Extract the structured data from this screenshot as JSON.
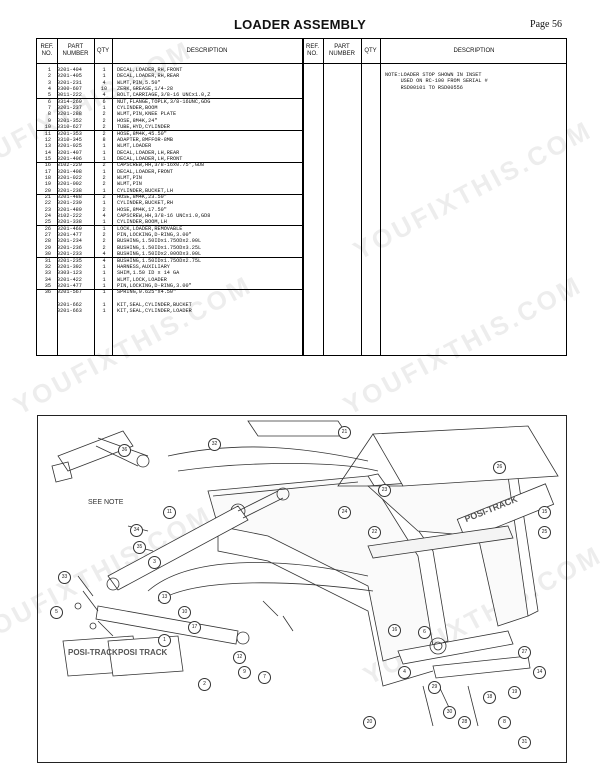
{
  "page": {
    "title": "LOADER ASSEMBLY",
    "page_number": "Page 56"
  },
  "table": {
    "headers": {
      "ref": "REF. NO.",
      "part": "PART NUMBER",
      "qty": "QTY",
      "desc": "DESCRIPTION"
    },
    "rows": [
      {
        "ref": "1",
        "part": "0201-404",
        "qty": "1",
        "desc": "DECAL,LOADER,RH,FRONT"
      },
      {
        "ref": "2",
        "part": "0201-405",
        "qty": "1",
        "desc": "DECAL,LOADER,RH,REAR"
      },
      {
        "ref": "3",
        "part": "0201-231",
        "qty": "4",
        "desc": "WLMT,PIN,5.50\""
      },
      {
        "ref": "4",
        "part": "0300-607",
        "qty": "10",
        "desc": "ZERK,GREASE,1/4-28"
      },
      {
        "ref": "5",
        "part": "8011-222",
        "qty": "4",
        "desc": "BOLT,CARRIAGE,3/8-16 UNCx1.0,Z"
      },
      {
        "ref": "6",
        "part": "0314-269",
        "qty": "6",
        "desc": "NUT,FLANGE,TOPLK,3/8-16UNC,GDG"
      },
      {
        "ref": "7",
        "part": "0201-237",
        "qty": "1",
        "desc": "CYLINDER,BOOM"
      },
      {
        "ref": "8",
        "part": "0201-288",
        "qty": "2",
        "desc": "WLMT,PIN,KNEE PLATE"
      },
      {
        "ref": "9",
        "part": "0201-352",
        "qty": "2",
        "desc": "HOSE,8M4K,24\""
      },
      {
        "ref": "10",
        "part": "0310-627",
        "qty": "2",
        "desc": "TUBE,HYD,CYLINDER"
      },
      {
        "ref": "11",
        "part": "0201-353",
        "qty": "2",
        "desc": "HOSE,8M4K,45.50\""
      },
      {
        "ref": "12",
        "part": "0310-345",
        "qty": "8",
        "desc": "ADAPTER,8MFFOR-8MB"
      },
      {
        "ref": "13",
        "part": "0201-025",
        "qty": "1",
        "desc": "WLMT,LOADER"
      },
      {
        "ref": "14",
        "part": "0201-407",
        "qty": "1",
        "desc": "DECAL,LOADER,LH,REAR"
      },
      {
        "ref": "15",
        "part": "0201-406",
        "qty": "1",
        "desc": "DECAL,LOADER,LH,FRONT"
      },
      {
        "ref": "16",
        "part": "8102-220",
        "qty": "2",
        "desc": "CAPSCREW,HH,3/8-16x0.75\",GD8"
      },
      {
        "ref": "17",
        "part": "0201-408",
        "qty": "1",
        "desc": "DECAL,LOADER,FRONT"
      },
      {
        "ref": "18",
        "part": "0201-022",
        "qty": "2",
        "desc": "WLMT,PIN"
      },
      {
        "ref": "19",
        "part": "0201-002",
        "qty": "2",
        "desc": "WLMT,PIN"
      },
      {
        "ref": "20",
        "part": "0201-238",
        "qty": "1",
        "desc": "CYLINDER,BUCKET,LH"
      },
      {
        "ref": "21",
        "part": "0201-488",
        "qty": "2",
        "desc": "HOSE,8M4K,23.50\""
      },
      {
        "ref": "22",
        "part": "0201-239",
        "qty": "1",
        "desc": "CYLINDER,BUCKET,RH"
      },
      {
        "ref": "23",
        "part": "0201-489",
        "qty": "2",
        "desc": "HOSE,8M4K,17.50\""
      },
      {
        "ref": "24",
        "part": "8102-222",
        "qty": "4",
        "desc": "CAPSCREW,HH,3/8-16 UNCx1.0,GD8"
      },
      {
        "ref": "25",
        "part": "0201-338",
        "qty": "1",
        "desc": "CYLINDER,BOOM,LH"
      },
      {
        "ref": "26",
        "part": "0201-460",
        "qty": "1",
        "desc": "LOCK,LOADER,REMOVABLE"
      },
      {
        "ref": "27",
        "part": "0201-477",
        "qty": "2",
        "desc": "PIN,LOCKING,D-RING,3.00\""
      },
      {
        "ref": "28",
        "part": "0201-234",
        "qty": "2",
        "desc": "BUSHING,1.50IDx1.75ODx2.00L"
      },
      {
        "ref": "29",
        "part": "0201-236",
        "qty": "2",
        "desc": "BUSHING,1.50IDx1.75ODx3.25L"
      },
      {
        "ref": "30",
        "part": "0201-233",
        "qty": "4",
        "desc": "BUSHING,1.50IDx2.00ODx3.00L"
      },
      {
        "ref": "31",
        "part": "0201-235",
        "qty": "4",
        "desc": "BUSHING,1.50IDx1.75ODx2.75L"
      },
      {
        "ref": "32",
        "part": "0201-392",
        "qty": "1",
        "desc": "HARNESS,AUXILIARY"
      },
      {
        "ref": "33",
        "part": "0303-123",
        "qty": "1",
        "desc": "SHIM,1.50 ID x 14 GA"
      },
      {
        "ref": "34",
        "part": "0201-422",
        "qty": "1",
        "desc": "WLMT,LOCK,LOADER"
      },
      {
        "ref": "35",
        "part": "0201-477",
        "qty": "1",
        "desc": "PIN,LOCKING,D-RING,3.00\""
      },
      {
        "ref": "36",
        "part": "0201-567",
        "qty": "1",
        "desc": "SPRING,0.625\"x4.50\""
      },
      {
        "ref": "",
        "part": "0201-662",
        "qty": "1",
        "desc": "KIT,SEAL,CYLINDER,BUCKET"
      },
      {
        "ref": "",
        "part": "0201-663",
        "qty": "1",
        "desc": "KIT,SEAL,CYLINDER,LOADER"
      }
    ],
    "note": "NOTE:LOADER STOP SHOWN IN INSET\n     USED ON RC-100 FROM SERIAL #\n     RSD00101 TO RSD00556"
  },
  "diagram": {
    "see_note": "SEE NOTE",
    "decal_a": "POSI-TRACK",
    "decal_b": "POSI-TRACK",
    "decal_c": "POSI TRACK",
    "callouts": [
      "36",
      "32",
      "21",
      "23",
      "24",
      "22",
      "11",
      "34",
      "35",
      "33",
      "5",
      "3",
      "13",
      "10",
      "17",
      "1",
      "2",
      "9",
      "7",
      "12",
      "16",
      "4",
      "6",
      "29",
      "30",
      "28",
      "18",
      "8",
      "19",
      "31",
      "14",
      "15",
      "25",
      "26",
      "27",
      "20"
    ]
  },
  "watermark": "YOUFIXTHIS.COM"
}
